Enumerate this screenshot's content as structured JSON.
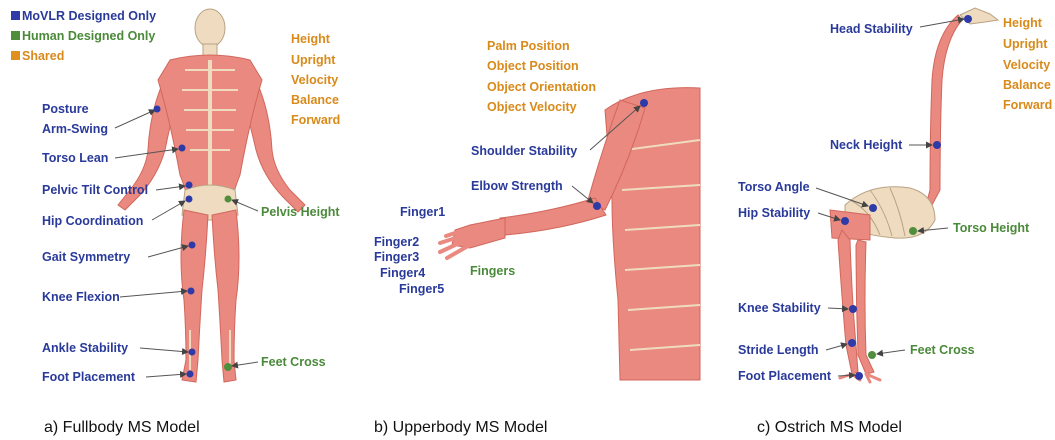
{
  "legend": [
    {
      "label": "MoVLR Designed Only",
      "color": "#2d3aa8"
    },
    {
      "label": "Human Designed Only",
      "color": "#4e8e3c"
    },
    {
      "label": "Shared",
      "color": "#e0901e"
    }
  ],
  "panel_a": {
    "caption": "a) Fullbody MS Model",
    "shared": [
      "Height",
      "Upright",
      "Velocity",
      "Balance",
      "Forward"
    ],
    "blue": [
      "Posture",
      "Arm-Swing",
      "Torso Lean",
      "Pelvic Tilt Control",
      "Hip Coordination",
      "Gait Symmetry",
      "Knee Flexion",
      "Ankle Stability",
      "Foot Placement"
    ],
    "green": [
      "Pelvis Height",
      "Feet Cross"
    ]
  },
  "panel_b": {
    "caption": "b) Upperbody MS Model",
    "shared": [
      "Palm Position",
      "Object Position",
      "Object Orientation",
      "Object Velocity"
    ],
    "blue": [
      "Shoulder Stability",
      "Elbow Strength",
      "Finger1",
      "Finger2",
      "Finger3",
      "Finger4",
      "Finger5"
    ],
    "green": [
      "Fingers"
    ]
  },
  "panel_c": {
    "caption": "c) Ostrich MS Model",
    "shared": [
      "Height",
      "Upright",
      "Velocity",
      "Balance",
      "Forward"
    ],
    "blue": [
      "Head Stability",
      "Neck Height",
      "Torso Angle",
      "Hip Stability",
      "Knee Stability",
      "Stride Length",
      "Foot Placement"
    ],
    "green": [
      "Torso Height",
      "Feet Cross"
    ]
  }
}
